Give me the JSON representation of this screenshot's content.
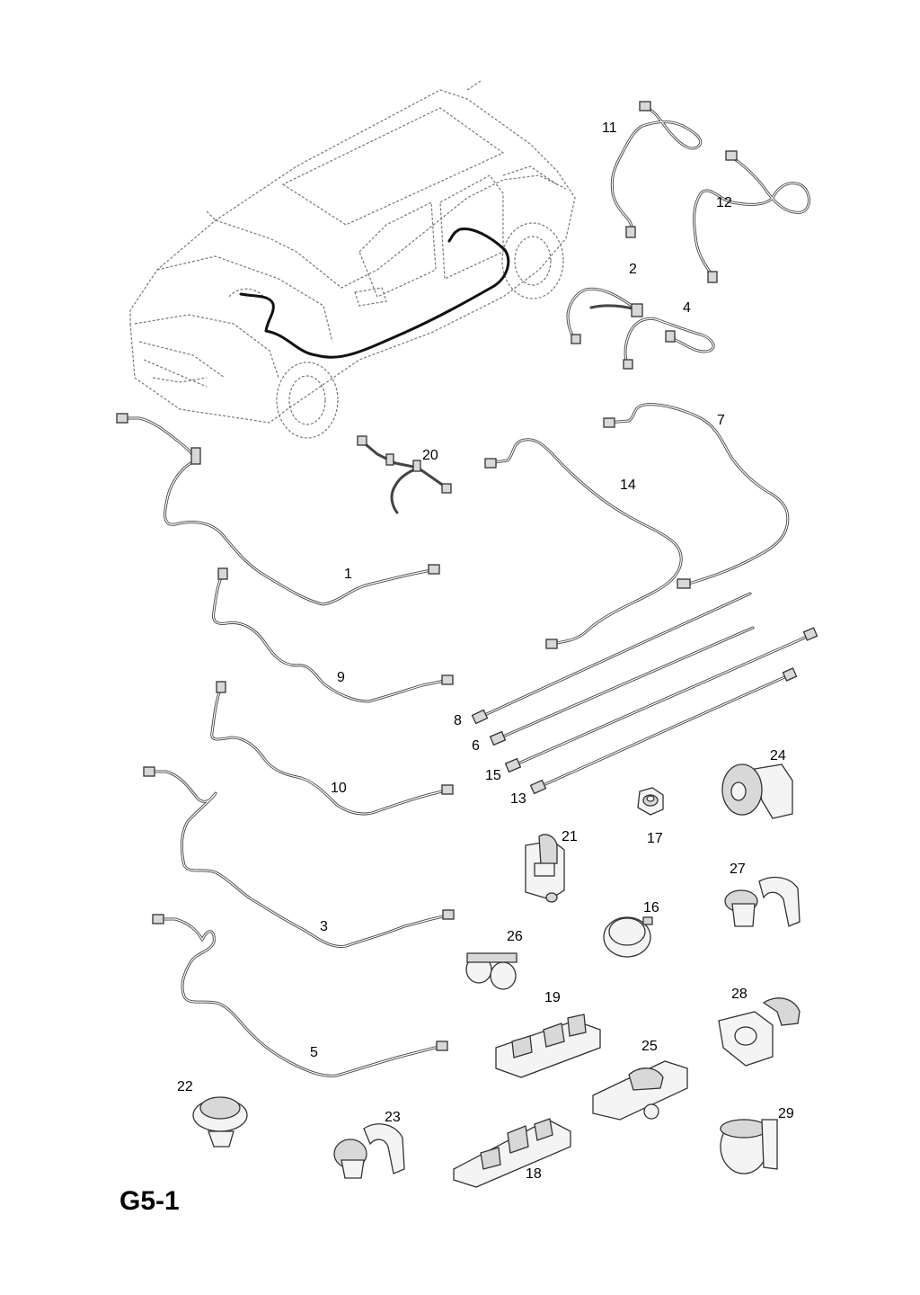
{
  "diagram_ref": "G5-1",
  "part_numbers": {
    "p1": "1",
    "p2": "2",
    "p3": "3",
    "p4": "4",
    "p5": "5",
    "p6": "6",
    "p7": "7",
    "p8": "8",
    "p9": "9",
    "p10": "10",
    "p11": "11",
    "p12": "12",
    "p13": "13",
    "p14": "14",
    "p15": "15",
    "p16": "16",
    "p17": "17",
    "p18": "18",
    "p19": "19",
    "p20": "20",
    "p21": "21",
    "p22": "22",
    "p23": "23",
    "p24": "24",
    "p25": "25",
    "p26": "26",
    "p27": "27",
    "p28": "28",
    "p29": "29"
  }
}
